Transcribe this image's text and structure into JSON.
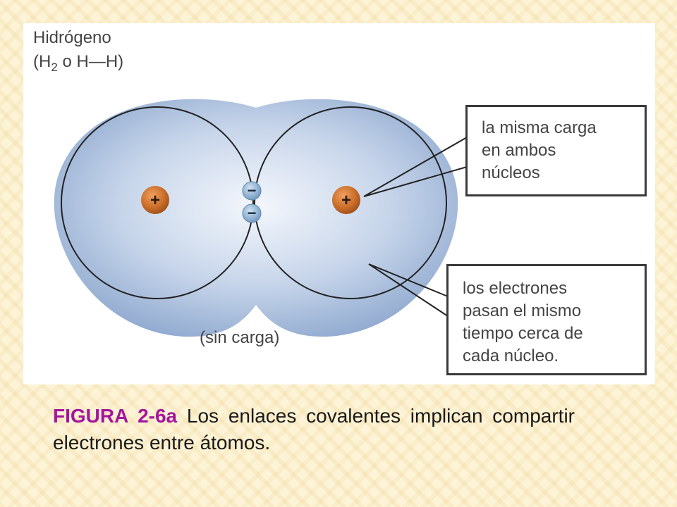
{
  "molecule": {
    "name": "Hidrógeno",
    "formula_open": "(H",
    "formula_subscript": "2",
    "formula_rest": " o H",
    "formula_bond": "—",
    "formula_close": "H)"
  },
  "callouts": {
    "nuclei_charge": [
      "la misma carga",
      "en ambos",
      "núcleos"
    ],
    "electron_sharing": [
      "los electrones",
      "pasan el mismo",
      "tiempo cerca de",
      "cada núcleo."
    ]
  },
  "labels": {
    "nucleus_left": "+",
    "nucleus_right": "+",
    "electron_top": "−",
    "electron_bottom": "−",
    "overall_charge": "(sin carga)"
  },
  "caption": {
    "label": "FIGURA 2-6a",
    "text": " Los enlaces covalentes implican compartir electrones entre átomos."
  },
  "colors": {
    "caption_label": "#a4159e",
    "nucleus": "#c8722f",
    "electron": "#7fa7c9",
    "cloud": "#a9bfdc"
  }
}
